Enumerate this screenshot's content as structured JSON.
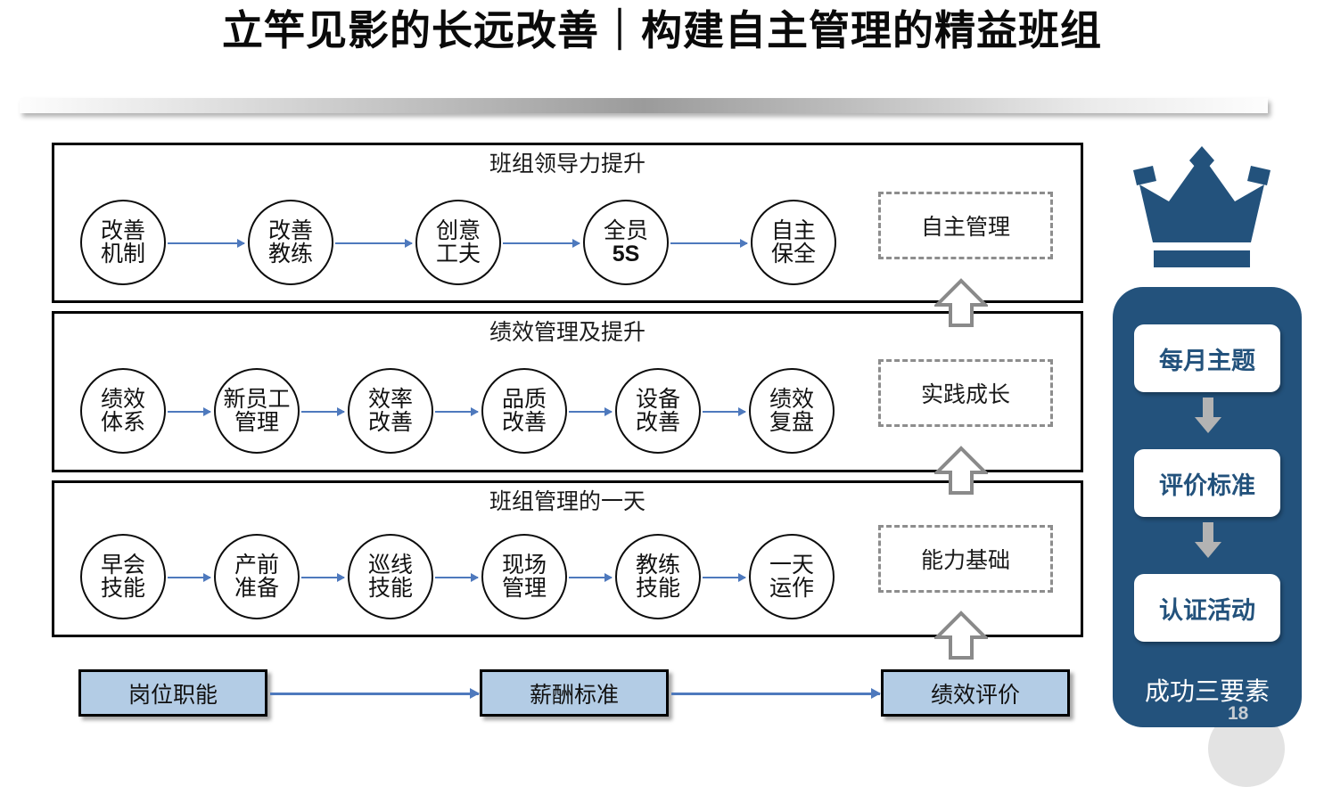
{
  "slide": {
    "title": "立竿见影的长远改善｜构建自主管理的精益班组",
    "page_number": "18",
    "accent_blue": "#23527c",
    "arrow_blue": "#4e79bd",
    "box_fill_blue": "#b3cce5"
  },
  "rows": [
    {
      "title": "班组领导力提升",
      "nodes": [
        {
          "l1": "改善",
          "l2": "机制"
        },
        {
          "l1": "改善",
          "l2": "教练"
        },
        {
          "l1": "创意",
          "l2": "工夫"
        },
        {
          "l1": "全员",
          "l2": "5S"
        },
        {
          "l1": "自主",
          "l2": "保全"
        }
      ],
      "result": "自主管理"
    },
    {
      "title": "绩效管理及提升",
      "nodes": [
        {
          "l1": "绩效",
          "l2": "体系"
        },
        {
          "l1": "新员工",
          "l2": "管理"
        },
        {
          "l1": "效率",
          "l2": "改善"
        },
        {
          "l1": "品质",
          "l2": "改善"
        },
        {
          "l1": "设备",
          "l2": "改善"
        },
        {
          "l1": "绩效",
          "l2": "复盘"
        }
      ],
      "result": "实践成长"
    },
    {
      "title": "班组管理的一天",
      "nodes": [
        {
          "l1": "早会",
          "l2": "技能"
        },
        {
          "l1": "产前",
          "l2": "准备"
        },
        {
          "l1": "巡线",
          "l2": "技能"
        },
        {
          "l1": "现场",
          "l2": "管理"
        },
        {
          "l1": "教练",
          "l2": "技能"
        },
        {
          "l1": "一天",
          "l2": "运作"
        }
      ],
      "result": "能力基础"
    }
  ],
  "bottom_flow": [
    {
      "label": "岗位职能"
    },
    {
      "label": "薪酬标准"
    },
    {
      "label": "绩效评价"
    }
  ],
  "right_panel": {
    "cards": [
      "每月主题",
      "评价标准",
      "认证活动"
    ],
    "footer": "成功三要素"
  }
}
